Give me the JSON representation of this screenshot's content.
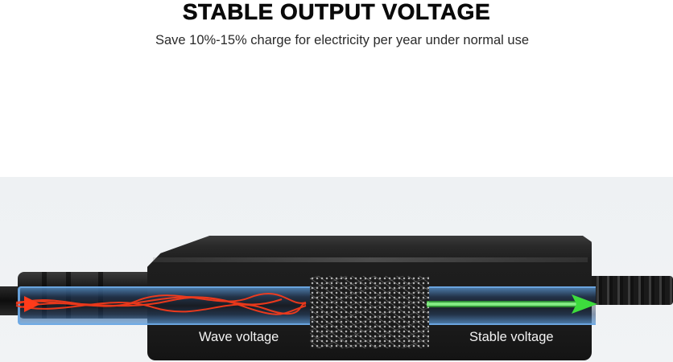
{
  "header": {
    "title": "STABLE OUTPUT VOLTAGE",
    "subtitle": "Save 10%-15% charge for electricity per year under normal use"
  },
  "product_image": {
    "description": "Black laptop power adapter with transparent tube overlay and circuit board",
    "labels": {
      "input": "Wave voltage",
      "output": "Stable voltage"
    },
    "colors": {
      "wave_signal": "#ff3b1a",
      "stable_signal": "#3ddc3d",
      "tube": "#5a96d2",
      "adapter_body": "#1e1e1e",
      "background_band": "#eef1f3"
    }
  }
}
